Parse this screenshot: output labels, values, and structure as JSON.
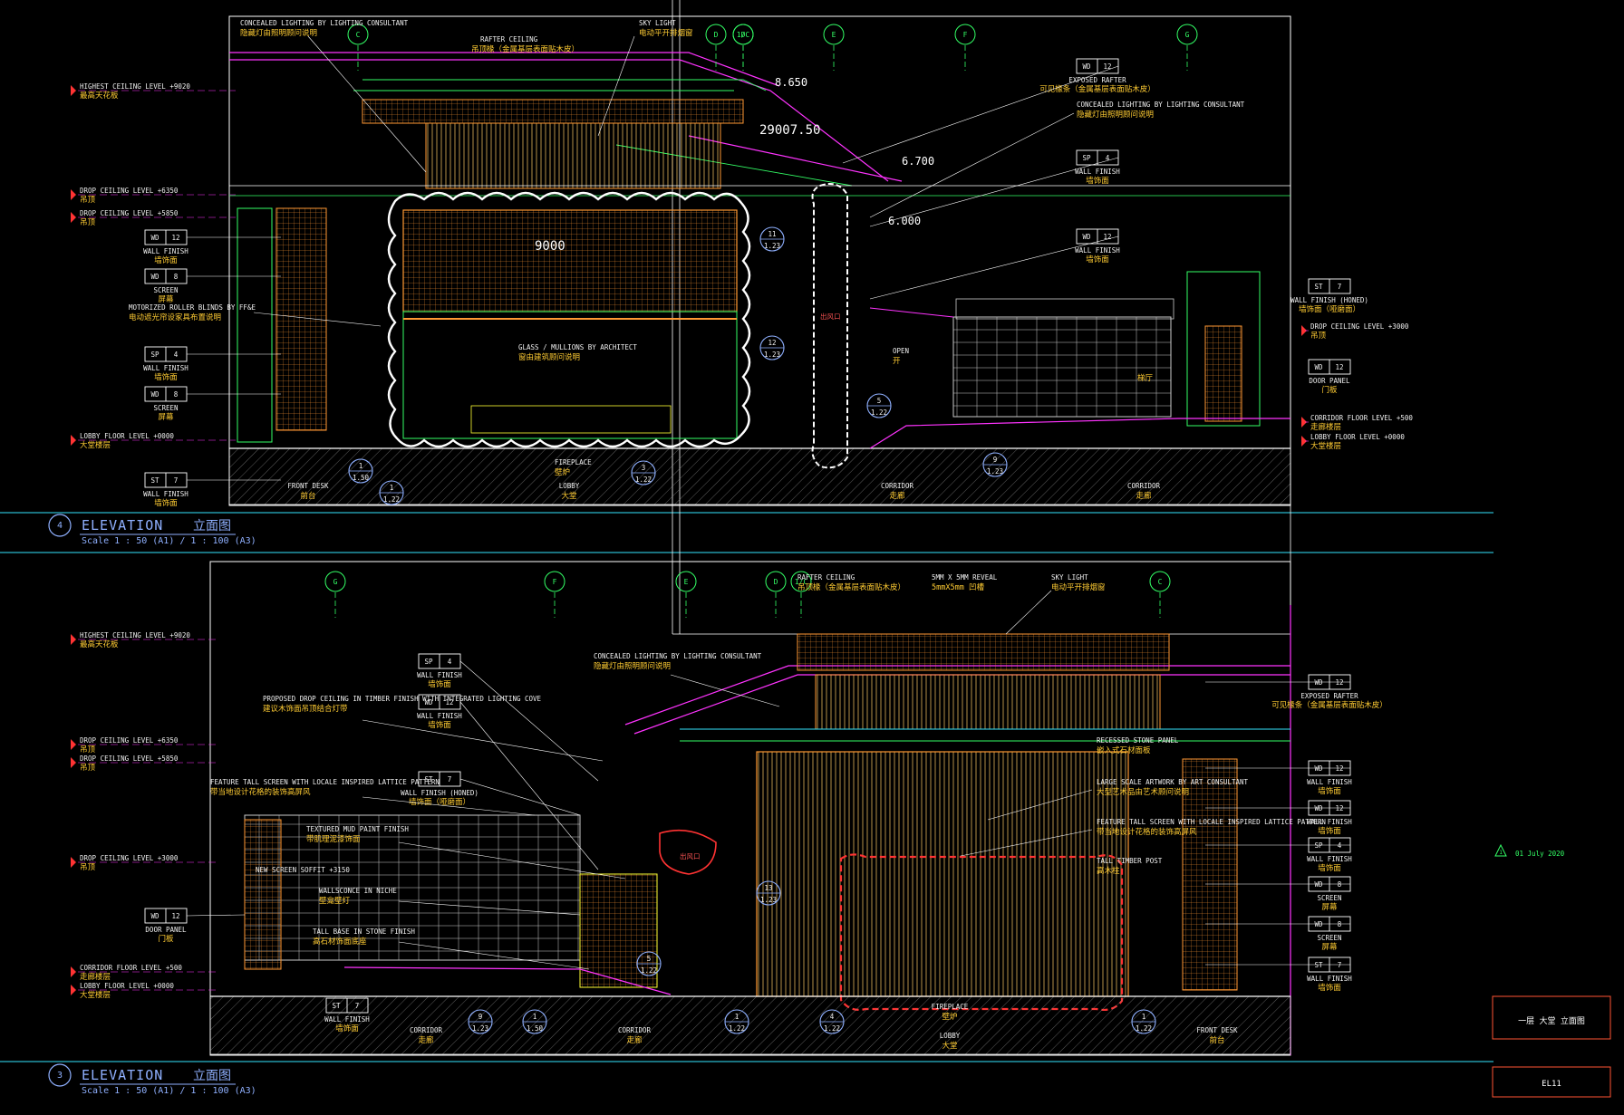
{
  "sheet": {
    "revision_mark": "1",
    "revision_date": "01 July 2020",
    "drawing_title_cn": "一层 大堂 立面图",
    "drawing_number": "EL11"
  },
  "elev_top": {
    "title_num": "4",
    "title_en": "ELEVATION",
    "title_cn": "立面图",
    "scale": "Scale 1 : 50 (A1) / 1 : 100 (A3)",
    "grid": [
      "C",
      "D",
      "1/C",
      "D",
      "E",
      "F",
      "G"
    ],
    "level_marks": {
      "highest": "8.650",
      "ridge": "29007.50",
      "mid": "6.700",
      "low": "6.000"
    },
    "center_text": "9000",
    "levels": [
      {
        "en": "HIGHEST CEILING LEVEL +9020",
        "cn": "最高天花板"
      },
      {
        "en": "DROP CEILING LEVEL +6350",
        "cn": "吊顶"
      },
      {
        "en": "DROP CEILING LEVEL +5850",
        "cn": "吊顶"
      },
      {
        "en": "LOBBY FLOOR LEVEL +0000",
        "cn": "大堂楼层"
      }
    ],
    "right_levels": [
      {
        "en": "DROP CEILING LEVEL +3000",
        "cn": "吊顶"
      },
      {
        "en": "CORRIDOR FLOOR LEVEL +500",
        "cn": "走廊楼层"
      },
      {
        "en": "LOBBY FLOOR LEVEL +0000",
        "cn": "大堂楼层"
      }
    ],
    "tags": [
      {
        "code": "WD",
        "num": "12",
        "en": "WALL FINISH",
        "cn": "墙饰面"
      },
      {
        "code": "WD",
        "num": "8",
        "en": "SCREEN",
        "cn": "屏幕"
      },
      {
        "code": "SP",
        "num": "4",
        "en": "WALL FINISH",
        "cn": "墙饰面"
      },
      {
        "code": "WD",
        "num": "8",
        "en": "SCREEN",
        "cn": "屏幕"
      },
      {
        "code": "ST",
        "num": "7",
        "en": "WALL FINISH",
        "cn": "墙饰面"
      }
    ],
    "right_tags": [
      {
        "code": "ST",
        "num": "7",
        "en": "WALL FINISH (HONED)",
        "cn": "墙饰面（哑磨面）"
      },
      {
        "code": "WD",
        "num": "12",
        "en": "DOOR PANEL",
        "cn": "门板"
      }
    ],
    "mid_tags": [
      {
        "code": "WD",
        "num": "12",
        "en": "EXPOSED RAFTER",
        "cn": "可见椽条（金属基层表面贴木皮）"
      },
      {
        "code": "SP",
        "num": "4",
        "en": "WALL FINISH",
        "cn": "墙饰面"
      },
      {
        "code": "WD",
        "num": "12",
        "en": "WALL FINISH",
        "cn": "墙饰面"
      }
    ],
    "notes": {
      "concealed_en": "CONCEALED LIGHTING BY LIGHTING CONSULTANT",
      "concealed_cn": "隐藏灯由照明顾问说明",
      "rafter_en": "RAFTER CEILING",
      "rafter_cn": "吊顶椽（金属基层表面贴木皮）",
      "skylight_en": "SKY LIGHT",
      "skylight_cn": "电动平开排烟窗",
      "motor_en": "MOTORIZED ROLLER BLINDS BY FF&E",
      "motor_cn": "电动遮光帘设家具布置说明",
      "glass_en": "GLASS / MULLIONS BY ARCHITECT",
      "glass_cn": "窗由建筑顾问说明",
      "open_en": "OPEN",
      "open_cn": "开",
      "lift_cn": "梯厅",
      "conceal2_en": "CONCEALED LIGHTING BY LIGHTING CONSULTANT",
      "conceal2_cn": "隐藏灯由照明顾问说明",
      "vent_cn": "出风口",
      "fireplace_en": "FIREPLACE",
      "fireplace_cn": "壁炉"
    },
    "rooms": [
      {
        "en": "FRONT DESK",
        "cn": "前台"
      },
      {
        "en": "LOBBY",
        "cn": "大堂"
      },
      {
        "en": "CORRIDOR",
        "cn": "走廊"
      },
      {
        "en": "CORRIDOR",
        "cn": "走廊"
      }
    ],
    "section_bubbles": [
      {
        "n": "11",
        "s": "1.23"
      },
      {
        "n": "12",
        "s": "1.23"
      },
      {
        "n": "5",
        "s": "1.22"
      },
      {
        "n": "1",
        "s": "1.50"
      },
      {
        "n": "1",
        "s": "1.22"
      },
      {
        "n": "3",
        "s": "1.22"
      },
      {
        "n": "9",
        "s": "1.23"
      }
    ]
  },
  "elev_bottom": {
    "title_num": "3",
    "title_en": "ELEVATION",
    "title_cn": "立面图",
    "scale": "Scale 1 : 50 (A1) / 1 : 100 (A3)",
    "grid": [
      "G",
      "F",
      "E",
      "D",
      "1/C",
      "C"
    ],
    "levels": [
      {
        "en": "HIGHEST CEILING LEVEL +9020",
        "cn": "最高天花板"
      },
      {
        "en": "DROP CEILING LEVEL +6350",
        "cn": "吊顶"
      },
      {
        "en": "DROP CEILING LEVEL +5850",
        "cn": "吊顶"
      },
      {
        "en": "DROP CEILING LEVEL +3000",
        "cn": "吊顶"
      },
      {
        "en": "CORRIDOR FLOOR LEVEL +500",
        "cn": "走廊楼层"
      },
      {
        "en": "LOBBY FLOOR LEVEL +0000",
        "cn": "大堂楼层"
      }
    ],
    "left_tags": [
      {
        "code": "WD",
        "num": "12",
        "en": "DOOR PANEL",
        "cn": "门板"
      },
      {
        "code": "ST",
        "num": "7",
        "en": "WALL FINISH",
        "cn": "墙饰面"
      }
    ],
    "mid_tags": [
      {
        "code": "SP",
        "num": "4",
        "en": "WALL FINISH",
        "cn": "墙饰面"
      },
      {
        "code": "WD",
        "num": "12",
        "en": "WALL FINISH",
        "cn": "墙饰面"
      },
      {
        "code": "ST",
        "num": "7",
        "en": "WALL FINISH (HONED)",
        "cn": "墙饰面（哑磨面）"
      }
    ],
    "right_tags": [
      {
        "code": "WD",
        "num": "12",
        "en": "EXPOSED RAFTER",
        "cn": "可见椽条（金属基层表面贴木皮）"
      },
      {
        "code": "WD",
        "num": "12",
        "en": "WALL FINISH",
        "cn": "墙饰面"
      },
      {
        "code": "WD",
        "num": "12",
        "en": "WALL FINISH",
        "cn": "墙饰面"
      },
      {
        "code": "SP",
        "num": "4",
        "en": "WALL FINISH",
        "cn": "墙饰面"
      },
      {
        "code": "WD",
        "num": "8",
        "en": "SCREEN",
        "cn": "屏幕"
      },
      {
        "code": "WD",
        "num": "8",
        "en": "SCREEN",
        "cn": "屏幕"
      },
      {
        "code": "ST",
        "num": "7",
        "en": "WALL FINISH",
        "cn": "墙饰面"
      }
    ],
    "notes": {
      "proposed_en": "PROPOSED DROP CEILING IN TIMBER FINISH WITH INTEGRATED LIGHTING COVE",
      "proposed_cn": "建议木饰面吊顶结合灯带",
      "feature_en": "FEATURE TALL SCREEN WITH LOCALE INSPIRED LATTICE PATTERN",
      "feature_cn": "带当地设计花格的装饰高屏风",
      "textured_en": "TEXTURED MUD PAINT FINISH",
      "textured_cn": "带肌理泥漆饰面",
      "screen_soffit": "NEW SCREEN SOFFIT +3150",
      "sconce_en": "WALLSCONCE IN NICHE",
      "sconce_cn": "壁龛壁灯",
      "base_en": "TALL BASE IN STONE FINISH",
      "base_cn": "高石材饰面底座",
      "concealed_en": "CONCEALED LIGHTING BY LIGHTING CONSULTANT",
      "concealed_cn": "隐藏灯由照明顾问说明",
      "reveal_en": "5MM X 5MM REVEAL",
      "reveal_cn": "5mmX5mm 凹槽",
      "rafter_en": "RAFTER CEILING",
      "rafter_cn": "吊顶椽（金属基层表面贴木皮）",
      "skylight_en": "SKY LIGHT",
      "skylight_cn": "电动平开排烟窗",
      "recessed_en": "RECESSED STONE PANEL",
      "recessed_cn": "嵌入式石材面板",
      "artwork_en": "LARGE SCALE ARTWORK BY ART CONSULTANT",
      "artwork_cn": "大型艺术品由艺术顾问说明",
      "lattice_en": "FEATURE TALL SCREEN WITH LOCALE INSPIRED LATTICE PATTERN",
      "lattice_cn": "带当地设计花格的装饰高屏风",
      "post_en": "TALL TIMBER POST",
      "post_cn": "高木柱",
      "vent_cn": "出风口"
    },
    "rooms": [
      {
        "en": "CORRIDOR",
        "cn": "走廊"
      },
      {
        "en": "CORRIDOR",
        "cn": "走廊"
      },
      {
        "en": "FIREPLACE",
        "cn": "壁炉"
      },
      {
        "en": "LOBBY",
        "cn": "大堂"
      },
      {
        "en": "FRONT DESK",
        "cn": "前台"
      }
    ],
    "section_bubbles": [
      {
        "n": "13",
        "s": "1.23"
      },
      {
        "n": "5",
        "s": "1.22"
      },
      {
        "n": "9",
        "s": "1.23"
      },
      {
        "n": "1",
        "s": "1.50"
      },
      {
        "n": "1",
        "s": "1.22"
      },
      {
        "n": "4",
        "s": "1.22"
      },
      {
        "n": "1",
        "s": "1.22"
      }
    ]
  },
  "colors": {
    "cyan": "#33e6ff",
    "yellow": "#ffff33",
    "magenta": "#ff33ff",
    "green": "#33ff66",
    "orange": "#ff9933",
    "white": "#f0f0f0",
    "red": "#ff3333"
  }
}
